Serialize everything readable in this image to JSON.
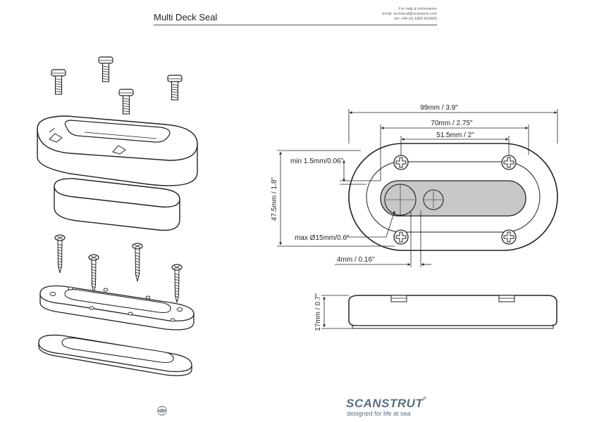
{
  "header": {
    "title": "Multi Deck Seal",
    "help_line1": "For help & information",
    "help_line2": "email: technical@scanstrut.com",
    "help_line3": "tel:  +44 (0) 1803 863800"
  },
  "dimensions": {
    "overall_width": "99mm / 3.9\"",
    "hole_spacing": "70mm / 2.75\"",
    "slot_length": "51.5mm / 2\"",
    "min_cable": "min 1.5mm/0.06\"",
    "height": "47.5mm / 1.8\"",
    "max_cable": "max Ø15mm/0.6\"",
    "wall": "4mm / 0.16\"",
    "depth": "17mm / 0.7\""
  },
  "footer": {
    "brand": "SCANSTRUT",
    "trademark": "®",
    "tagline": "designed for life at sea"
  },
  "colors": {
    "line": "#222222",
    "slot_fill": "#c8c8c8",
    "brand": "#5a6f80"
  }
}
